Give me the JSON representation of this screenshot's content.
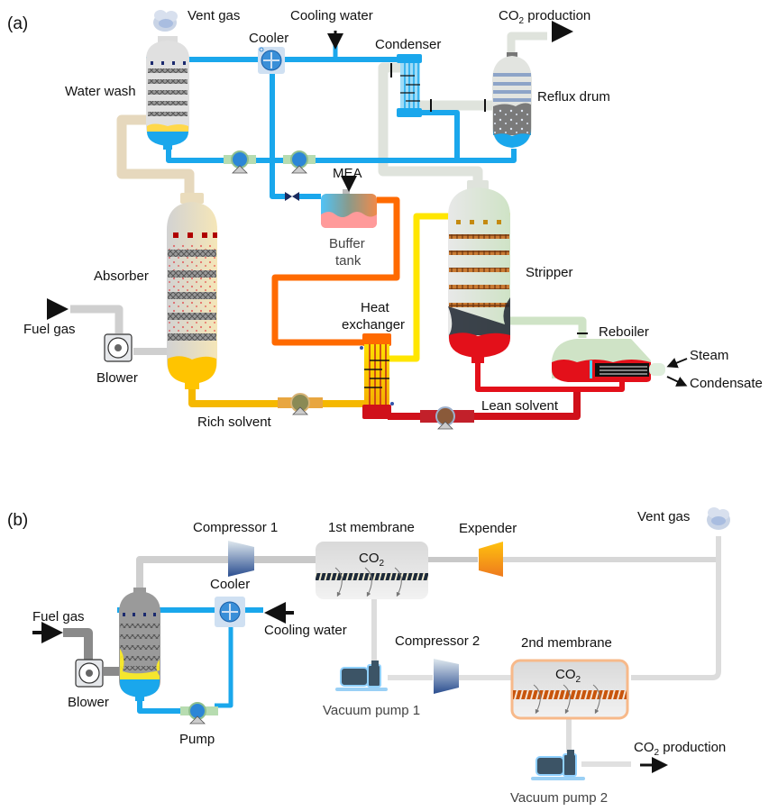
{
  "figure": {
    "panel_a": {
      "tag": "(a)",
      "labels": {
        "vent_gas": "Vent gas",
        "cooling_water": "Cooling water",
        "cooler": "Cooler",
        "condenser": "Condenser",
        "co2_production": "CO",
        "co2_production_sub": "2",
        "co2_production_rest": " production",
        "reflux_drum": "Reflux drum",
        "water_wash": "Water wash",
        "mea": "MEA",
        "buffer_tank_1": "Buffer",
        "buffer_tank_2": "tank",
        "absorber": "Absorber",
        "stripper": "Stripper",
        "fuel_gas": "Fuel gas",
        "blower": "Blower",
        "heat_exchanger_1": "Heat",
        "heat_exchanger_2": "exchanger",
        "reboiler": "Reboiler",
        "steam": "Steam",
        "condensate": "Condensate",
        "rich_solvent": "Rich solvent",
        "lean_solvent": "Lean solvent"
      }
    },
    "panel_b": {
      "tag": "(b)",
      "labels": {
        "compressor_1": "Compressor 1",
        "membrane_1": "1st membrane",
        "expender": "Expender",
        "vent_gas": "Vent gas",
        "cooler": "Cooler",
        "cooling_water": "Cooling water",
        "fuel_gas": "Fuel gas",
        "blower": "Blower",
        "pump": "Pump",
        "compressor_2": "Compressor 2",
        "membrane_2": "2nd membrane",
        "vacuum_pump_1": "Vacuum pump 1",
        "vacuum_pump_2": "Vacuum pump 2",
        "co2": "CO",
        "co2_sub": "2",
        "co2_production": "CO",
        "co2_production_sub": "2",
        "co2_production_rest": " production"
      }
    },
    "colors": {
      "cooling_water": "#1aa7ec",
      "rich_solvent": "#f5b800",
      "lean_solvent": "#e3101a",
      "hot_rich": "#ff6a00",
      "stripper_overhead": "#ffe600",
      "gas_pipe": "#cfcfcf",
      "vapor_pipe": "#dfe3dc",
      "membrane_1_stripe": "#1d2a3a",
      "membrane_2_stripe": "#c8550c",
      "expander": "#f29a12"
    }
  }
}
